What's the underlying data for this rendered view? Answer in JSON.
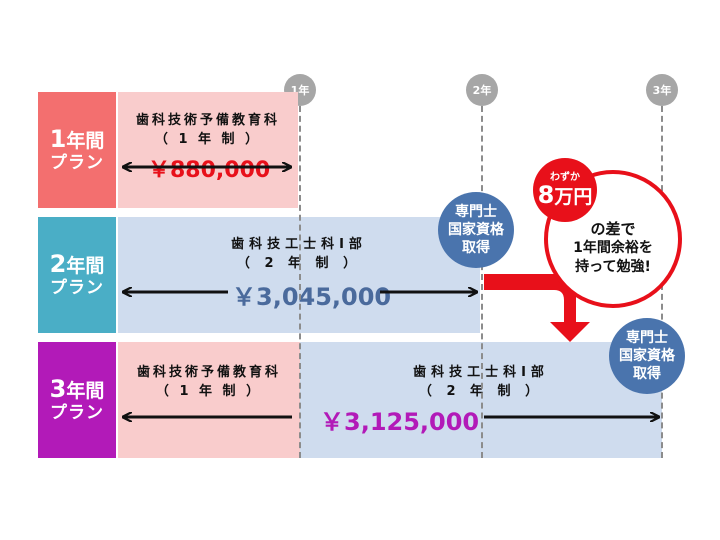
{
  "years": [
    "1年",
    "2年",
    "3年"
  ],
  "rows": [
    {
      "label_num": "1",
      "label_suffix": "年間",
      "label_bottom": "プラン",
      "label_color": "#f36f6f",
      "course1": {
        "name": "歯科技術予備教育科",
        "duration": "（ 1 年 制 ）"
      },
      "price": "￥880,000",
      "price_color": "#e8101a"
    },
    {
      "label_num": "2",
      "label_suffix": "年間",
      "label_bottom": "プラン",
      "label_color": "#4aaec6",
      "course1": {
        "name": "歯科技工士科Ⅰ部",
        "duration": "（ 2 年 制 ）"
      },
      "price": "￥3,045,000",
      "price_color": "#4a6a9c"
    },
    {
      "label_num": "3",
      "label_suffix": "年間",
      "label_bottom": "プラン",
      "label_color": "#b21ab8",
      "course1": {
        "name": "歯科技術予備教育科",
        "duration": "（ 1 年 制 ）"
      },
      "course2": {
        "name": "歯科技工士科Ⅰ部",
        "duration": "（ 2 年 制 ）"
      },
      "price": "￥3,125,000",
      "price_color": "#b21ab8"
    }
  ],
  "cert_badge": {
    "line1": "専門士",
    "line2": "国家資格",
    "line3": "取得"
  },
  "savings": {
    "prefix": "わずか",
    "amount": "8",
    "unit": "万円"
  },
  "callout": {
    "line1": "の差で",
    "line2": "1年間余裕を",
    "line3": "持って勉強!"
  },
  "colors": {
    "pink_bar": "#f9cccc",
    "blue_bar": "#cfdcee",
    "cert_blue": "#4a74ad",
    "accent_red": "#e8101a",
    "year_gray": "#a6a6a6"
  }
}
